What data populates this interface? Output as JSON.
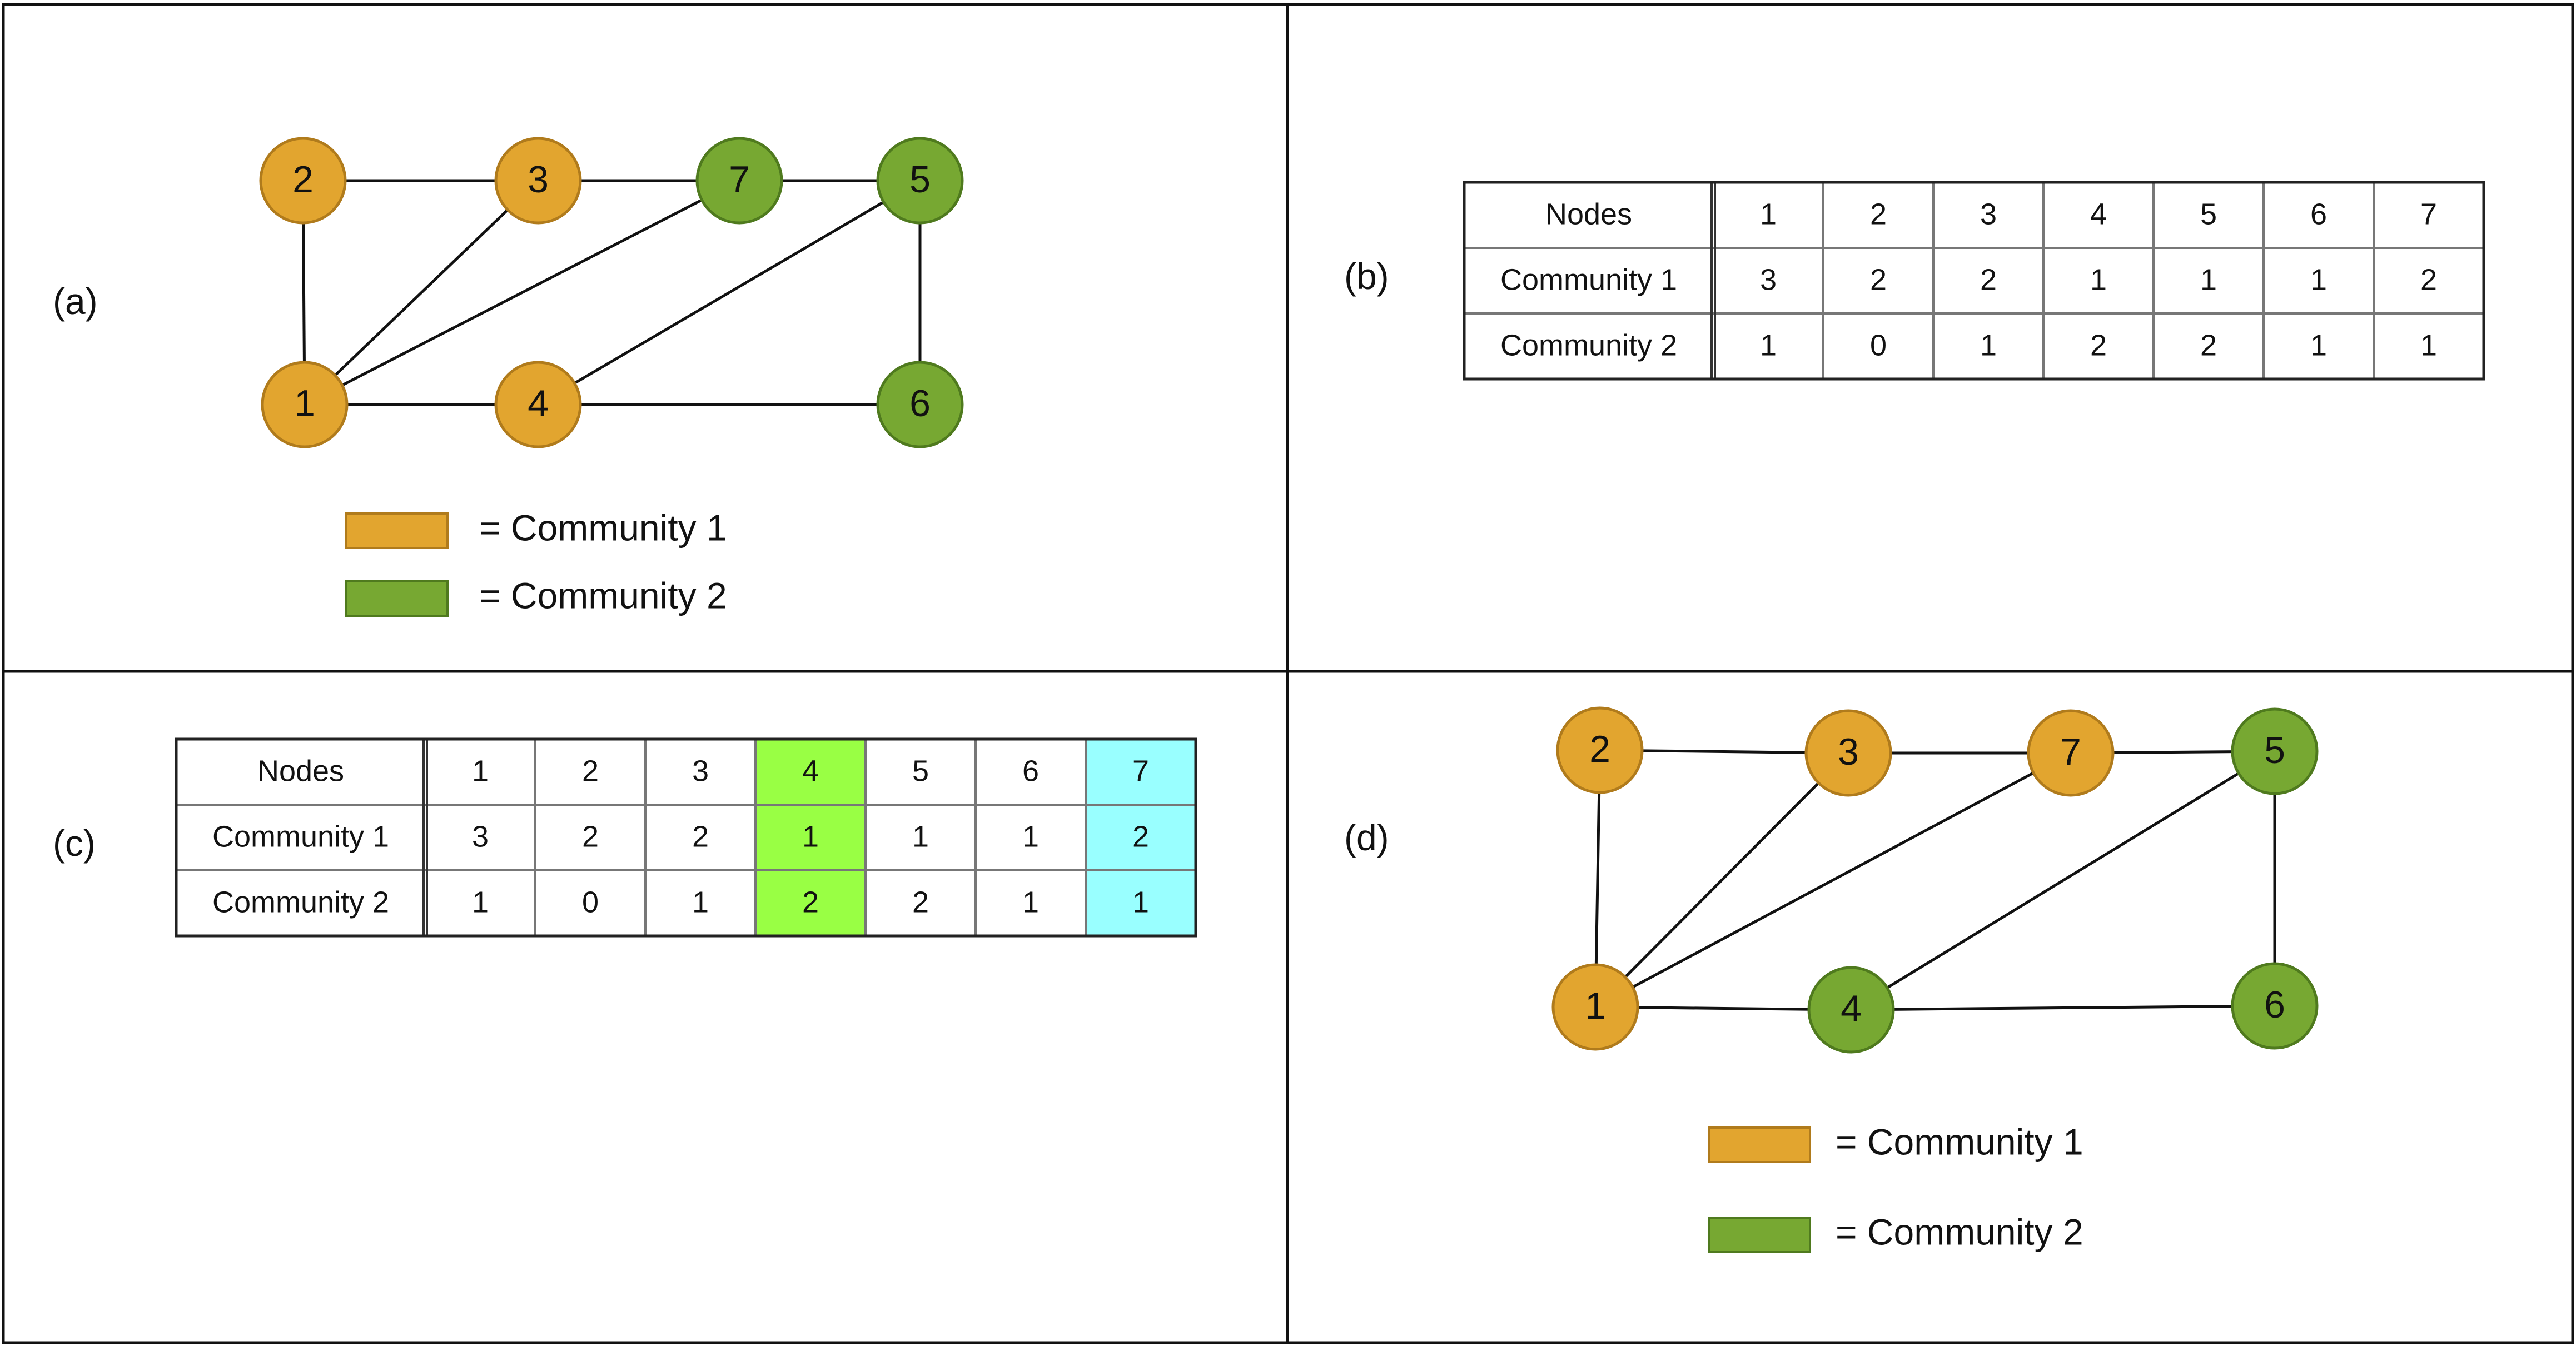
{
  "colors": {
    "community1_fill": "#E2A52F",
    "community1_stroke": "#B07B1C",
    "community2_fill": "#77A832",
    "community2_stroke": "#4F7A1E",
    "highlight_green": "#99FF44",
    "highlight_cyan": "#99FFFF",
    "border": "#111111",
    "grid": "#777777"
  },
  "panels": {
    "a": {
      "label": "(a)",
      "nodes": [
        {
          "id": "2",
          "community": 1
        },
        {
          "id": "3",
          "community": 1
        },
        {
          "id": "7",
          "community": 2
        },
        {
          "id": "5",
          "community": 2
        },
        {
          "id": "1",
          "community": 1
        },
        {
          "id": "4",
          "community": 1
        },
        {
          "id": "6",
          "community": 2
        }
      ],
      "edges": [
        [
          "2",
          "3"
        ],
        [
          "3",
          "7"
        ],
        [
          "7",
          "5"
        ],
        [
          "2",
          "1"
        ],
        [
          "1",
          "3"
        ],
        [
          "1",
          "7"
        ],
        [
          "1",
          "4"
        ],
        [
          "4",
          "6"
        ],
        [
          "4",
          "5"
        ],
        [
          "5",
          "6"
        ]
      ],
      "legend": [
        {
          "community": 1,
          "text": "= Community 1"
        },
        {
          "community": 2,
          "text": "= Community 2"
        }
      ]
    },
    "b": {
      "label": "(b)",
      "table": {
        "header_label": "Nodes",
        "columns": [
          "1",
          "2",
          "3",
          "4",
          "5",
          "6",
          "7"
        ],
        "rows": [
          {
            "label": "Community 1",
            "values": [
              "3",
              "2",
              "2",
              "1",
              "1",
              "1",
              "2"
            ]
          },
          {
            "label": "Community 2",
            "values": [
              "1",
              "0",
              "1",
              "2",
              "2",
              "1",
              "1"
            ]
          }
        ],
        "highlights": []
      }
    },
    "c": {
      "label": "(c)",
      "table": {
        "header_label": "Nodes",
        "columns": [
          "1",
          "2",
          "3",
          "4",
          "5",
          "6",
          "7"
        ],
        "rows": [
          {
            "label": "Community 1",
            "values": [
              "3",
              "2",
              "2",
              "1",
              "1",
              "1",
              "2"
            ]
          },
          {
            "label": "Community 2",
            "values": [
              "1",
              "0",
              "1",
              "2",
              "2",
              "1",
              "1"
            ]
          }
        ],
        "highlights": [
          {
            "column": "4",
            "color": "#99FF44"
          },
          {
            "column": "7",
            "color": "#99FFFF"
          }
        ]
      }
    },
    "d": {
      "label": "(d)",
      "nodes": [
        {
          "id": "2",
          "community": 1
        },
        {
          "id": "3",
          "community": 1
        },
        {
          "id": "7",
          "community": 1
        },
        {
          "id": "5",
          "community": 2
        },
        {
          "id": "1",
          "community": 1
        },
        {
          "id": "4",
          "community": 2
        },
        {
          "id": "6",
          "community": 2
        }
      ],
      "edges": [
        [
          "2",
          "3"
        ],
        [
          "3",
          "7"
        ],
        [
          "7",
          "5"
        ],
        [
          "2",
          "1"
        ],
        [
          "1",
          "3"
        ],
        [
          "1",
          "7"
        ],
        [
          "1",
          "4"
        ],
        [
          "4",
          "6"
        ],
        [
          "4",
          "5"
        ],
        [
          "5",
          "6"
        ]
      ],
      "legend": [
        {
          "community": 1,
          "text": "= Community 1"
        },
        {
          "community": 2,
          "text": "= Community 2"
        }
      ]
    }
  }
}
